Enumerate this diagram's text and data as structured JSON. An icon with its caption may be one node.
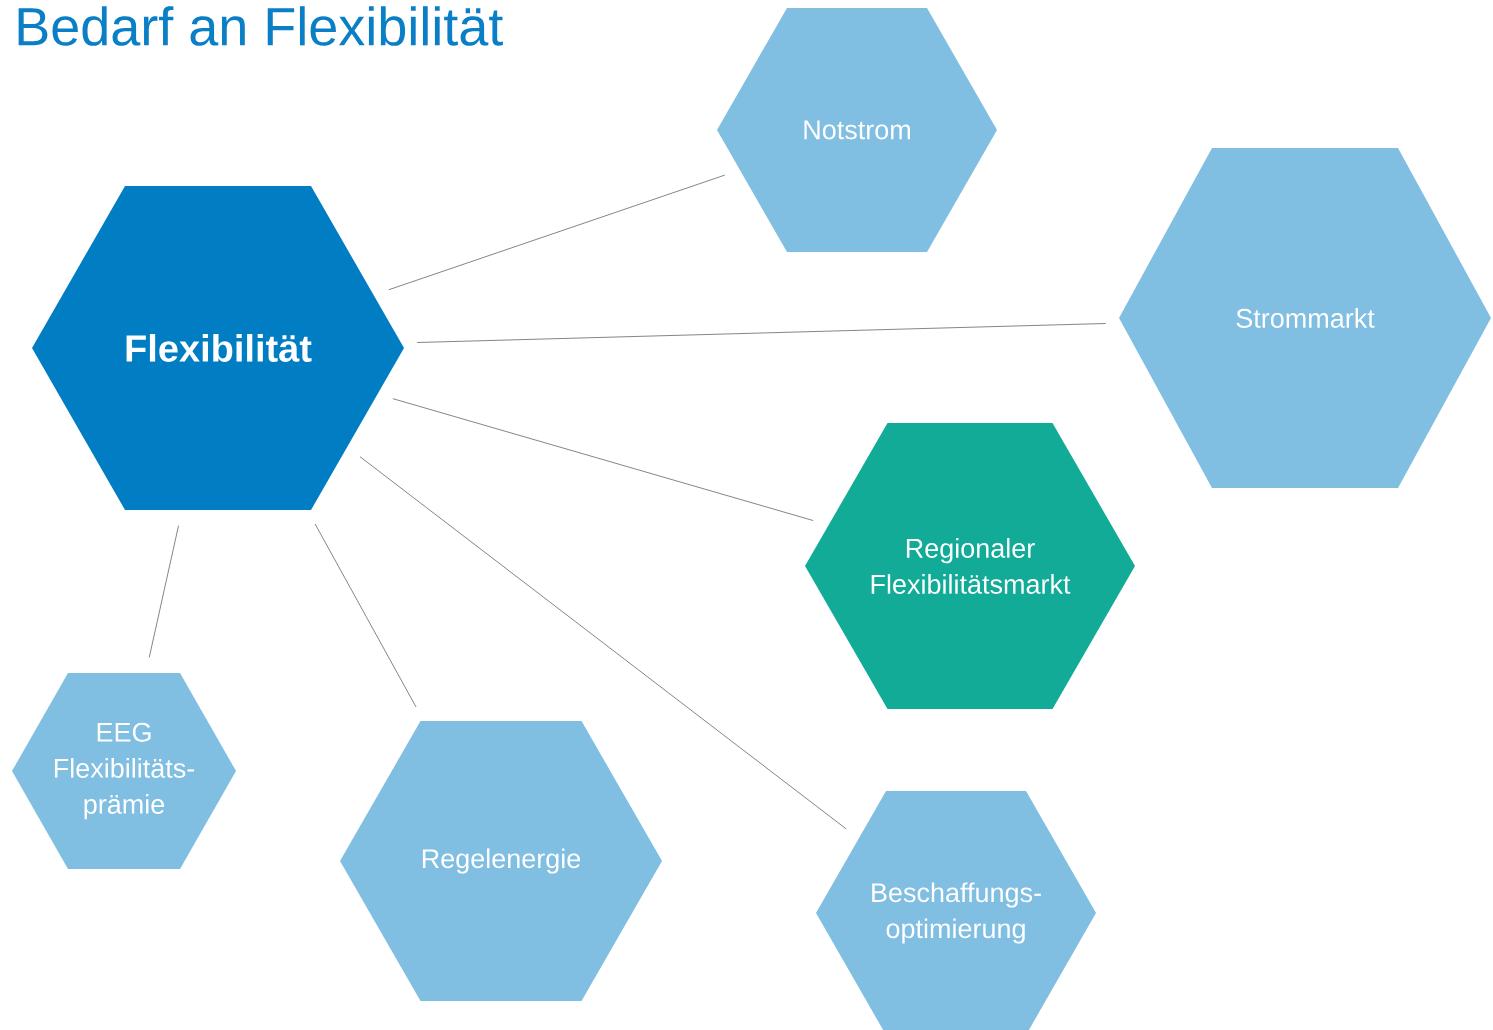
{
  "diagram": {
    "title": "Bedarf an Flexibilität",
    "nodes": [
      {
        "text": [
          "Notstrom"
        ]
      },
      {
        "text": [
          "Flexibilität"
        ]
      },
      {
        "text": [
          "Strommarkt"
        ]
      },
      {
        "text": [
          "Regionaler Flexibilitätsmarkt"
        ]
      },
      {
        "text": [
          "EEG Flexibilitäts-prämie"
        ]
      },
      {
        "text": [
          "Regelenergie"
        ]
      },
      {
        "text": [
          "Beschaffungs-optimierung"
        ]
      }
    ],
    "edges": [
      {
        "from": 1,
        "to": 0,
        "arrow": "none"
      },
      {
        "from": 1,
        "to": 2,
        "arrow": "none"
      },
      {
        "from": 1,
        "to": 3,
        "arrow": "none"
      },
      {
        "from": 1,
        "to": 6,
        "arrow": "none"
      },
      {
        "from": 1,
        "to": 5,
        "arrow": "none"
      },
      {
        "from": 1,
        "to": 4,
        "arrow": "none"
      }
    ]
  }
}
